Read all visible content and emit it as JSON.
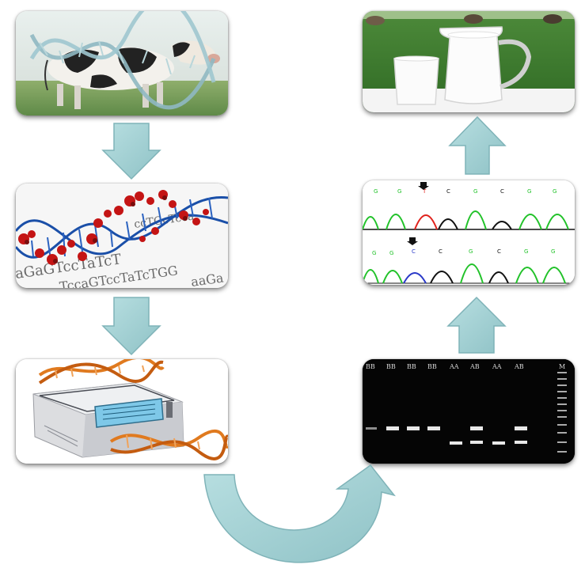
{
  "colors": {
    "arrow_fill": "#a9d4d7",
    "arrow_stroke": "#7fb3b8",
    "gel_background": "#050505",
    "band": "#e8e8e8",
    "dna_red": "#c41414",
    "dna_blue": "#1a4fa8",
    "pcr_helix": "#e07a1f",
    "chrom_green": "#22c22a",
    "chrom_red": "#e0231d",
    "chrom_blue": "#2a39c8"
  },
  "panels": {
    "cow_dna": {
      "icon": "cow-with-dna-helix-image"
    },
    "dna_sequence": {
      "icon": "dna-double-helix-image",
      "sequence_lines": [
        "ccTGcTcca",
        "aGaGTccTaTcT",
        "TccaGTccTaTcTGG",
        "aaGa"
      ]
    },
    "pcr_machine": {
      "icon": "pcr-thermocycler-image"
    },
    "gel": {
      "icon": "gel-electrophoresis-image",
      "lane_labels": [
        "BB",
        "BB",
        "BB",
        "BB",
        "AA",
        "AB",
        "AA",
        "AB",
        "M"
      ]
    },
    "chromatogram": {
      "icon": "sequencing-chromatogram-image"
    },
    "milk": {
      "icon": "milk-glass-and-jug-image"
    }
  },
  "flow": [
    "cow_dna",
    "dna_sequence",
    "pcr_machine",
    "gel",
    "chromatogram",
    "milk"
  ]
}
